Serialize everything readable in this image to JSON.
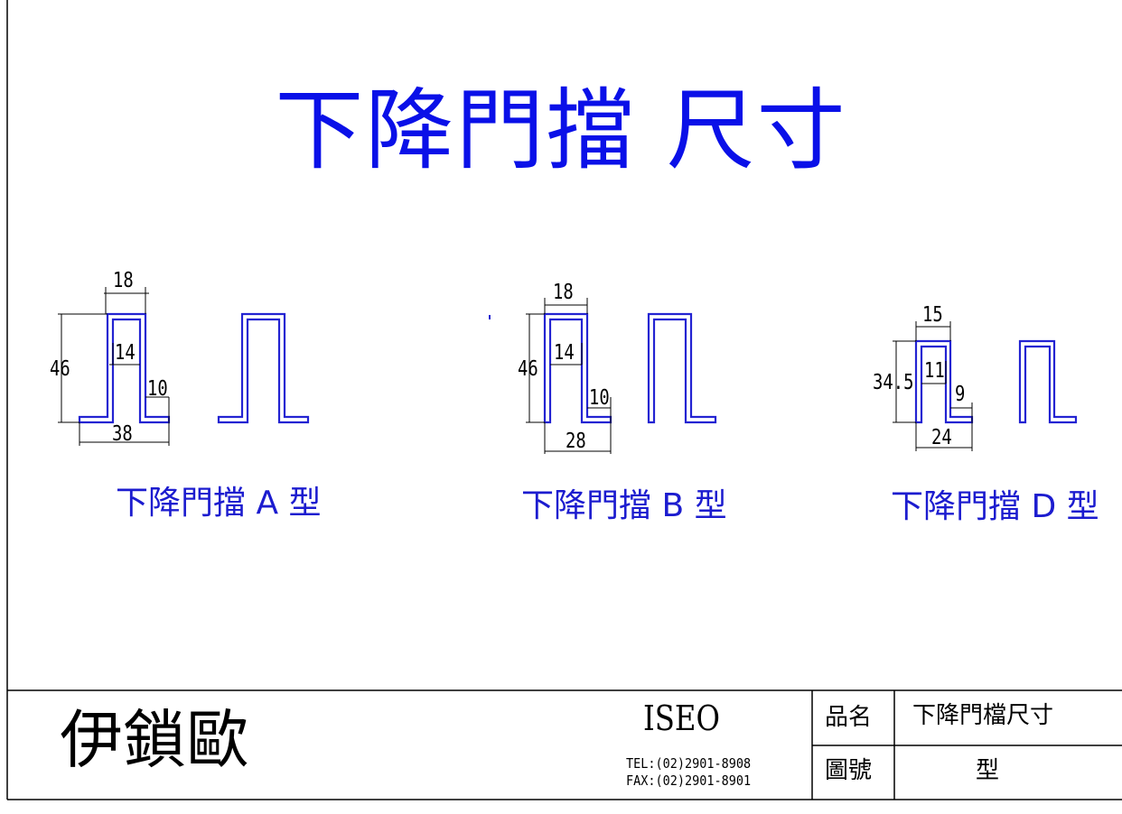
{
  "title": "下降門擋 尺寸",
  "profiles": [
    {
      "caption": "下降門擋 A 型",
      "dim_top": "18",
      "dim_height": "46",
      "dim_inner": "14",
      "dim_lip": "10",
      "dim_base": "38"
    },
    {
      "caption": "下降門擋 B 型",
      "dim_top": "18",
      "dim_height": "46",
      "dim_inner": "14",
      "dim_lip": "10",
      "dim_base": "28"
    },
    {
      "caption": "下降門擋 D 型",
      "dim_top": "15",
      "dim_height": "34.5",
      "dim_inner": "11",
      "dim_lip": "9",
      "dim_base": "24"
    }
  ],
  "title_block": {
    "company": "伊鎖歐",
    "brand": "ISEO",
    "tel": "TEL:(02)2901-8908",
    "fax": "FAX:(02)2901-8901",
    "product_label": "品名",
    "product_value": "下降門檔尺寸",
    "drawing_no_label": "圖號",
    "drawing_no_value": "型"
  },
  "colors": {
    "profile_stroke": "#2323d2",
    "title": "#0a10e8",
    "dimension": "#000000"
  }
}
